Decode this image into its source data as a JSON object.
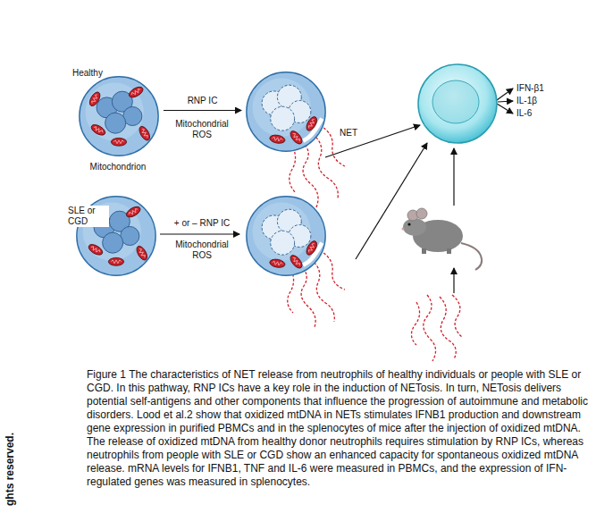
{
  "diagram": {
    "caption": "Figure 1 The characteristics of NET release from neutrophils of healthy individuals or people with SLE or CGD. In this pathway, RNP ICs have a key role in the induction of NETosis. In turn, NETosis delivers potential self-antigens and other components that influence the progression of autoimmune and metabolic disorders. Lood et al.2 show that oxidized mtDNA in NETs stimulates IFNB1 production and downstream gene expression in purified PBMCs and in the splenocytes of mice after the injection of oxidized mtDNA. The release of oxidized mtDNA from healthy donor neutrophils requires stimulation by RNP ICs, whereas neutrophils from people with SLE or CGD show an enhanced capacity for spontaneous oxidized mtDNA release. mRNA levels for IFNB1, TNF and IL-6 were measured in PBMCs, and the expression of IFN-regulated genes was measured in splenocytes.",
    "nodes": [
      {
        "text": [
          "Healthy"
        ]
      },
      {
        "text": [
          "NET"
        ]
      },
      {
        "text": [
          "SLE or CGD"
        ]
      }
    ],
    "edges": [
      {
        "from": 0,
        "to": 1,
        "label": "RNP IC",
        "arrow": "to"
      }
    ],
    "labels": [
      "Mitochondrion",
      "Mitochondrial ROS",
      "+ or – RNP IC",
      "Mitochondrial ROS",
      "IFN-β1",
      "IL-1β",
      "IL-6",
      "ghts reserved."
    ]
  }
}
